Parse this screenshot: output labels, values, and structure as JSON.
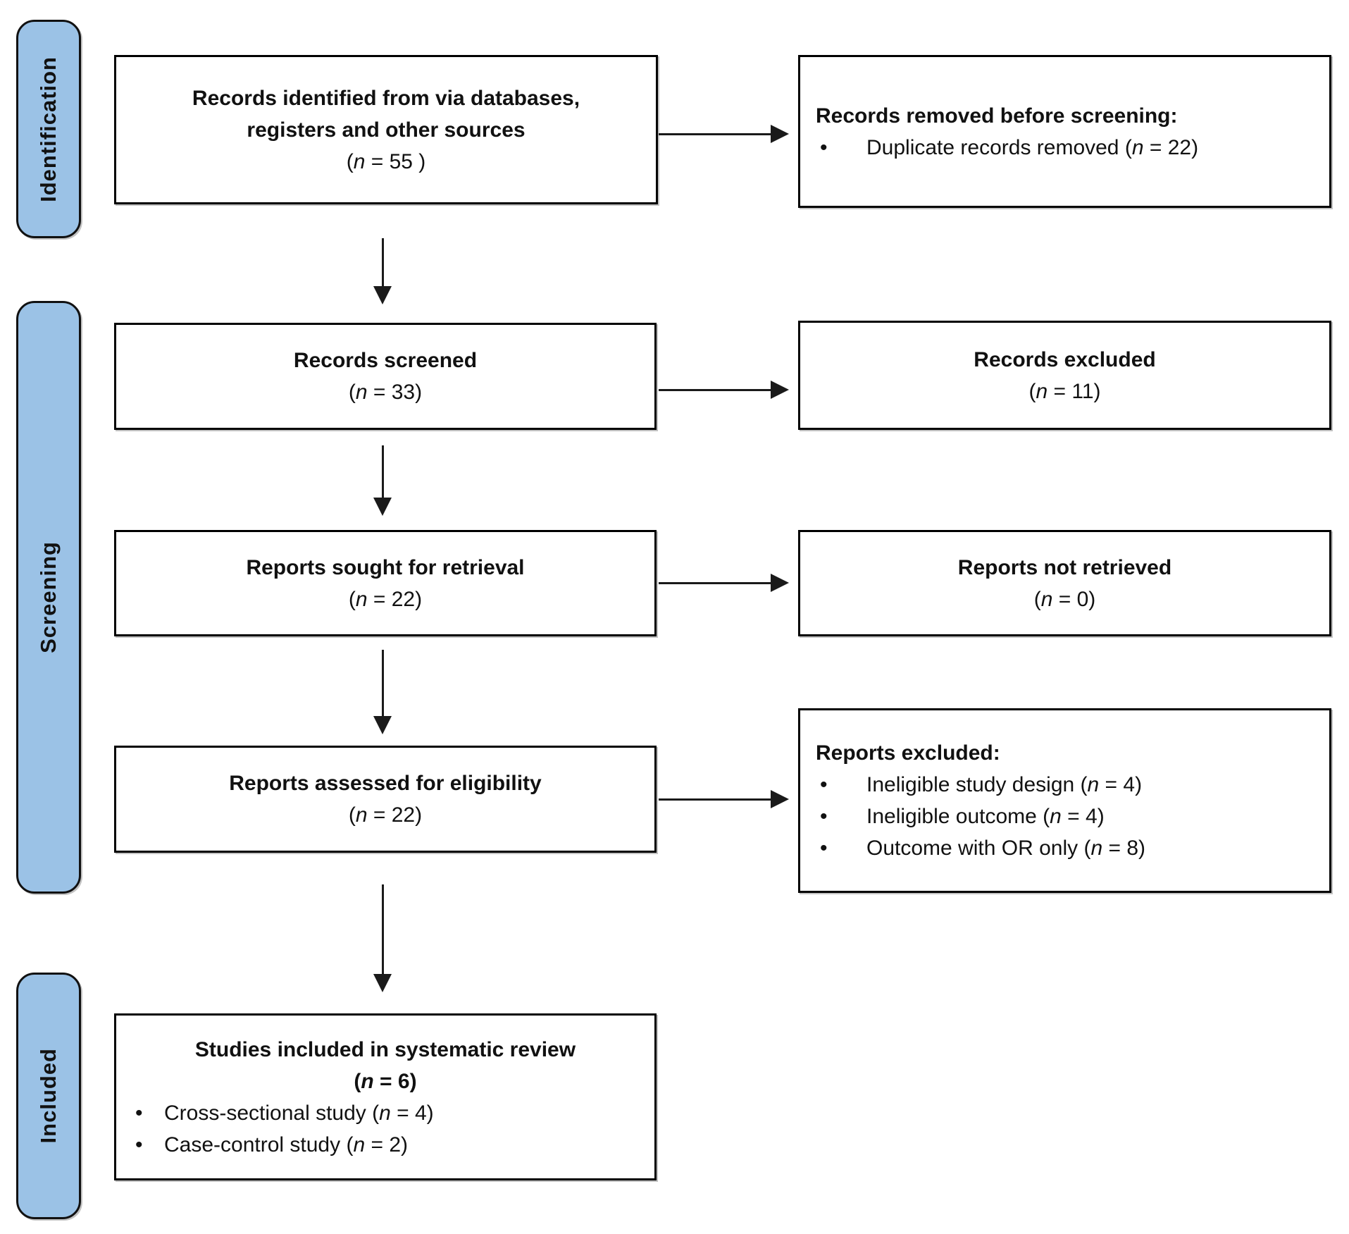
{
  "stages": [
    {
      "label": "Identification"
    },
    {
      "label": "Screening"
    },
    {
      "label": "Included"
    }
  ],
  "glyphs": {
    "bullet": "•"
  },
  "colors": {
    "stage_fill": "#9BC2E6",
    "box_border": "#000000",
    "arrow": "#1a1a1a"
  },
  "boxes": {
    "records_identified": {
      "title": "Records identified from via databases,\nregisters and other sources",
      "count": "(n = 55 )"
    },
    "records_removed": {
      "title": "Records removed before screening:",
      "bullets": [
        "Duplicate records removed (n = 22)"
      ]
    },
    "records_screened": {
      "title": "Records screened",
      "count": "(n = 33)"
    },
    "records_excluded": {
      "title": "Records excluded",
      "count": "(n = 11)"
    },
    "reports_sought": {
      "title": "Reports sought for retrieval",
      "count": "(n = 22)"
    },
    "reports_not_retrieved": {
      "title": "Reports not retrieved",
      "count": "(n = 0)"
    },
    "reports_assessed": {
      "title": "Reports assessed for eligibility",
      "count": "(n = 22)"
    },
    "reports_excluded": {
      "title": "Reports excluded:",
      "bullets": [
        "Ineligible study design (n = 4)",
        "Ineligible outcome (n = 4)",
        "Outcome with OR only (n = 8)"
      ]
    },
    "studies_included": {
      "title": "Studies included in systematic review",
      "count": "(n = 6)",
      "bullets": [
        "Cross-sectional study (n = 4)",
        "Case-control study (n = 2)"
      ]
    }
  }
}
